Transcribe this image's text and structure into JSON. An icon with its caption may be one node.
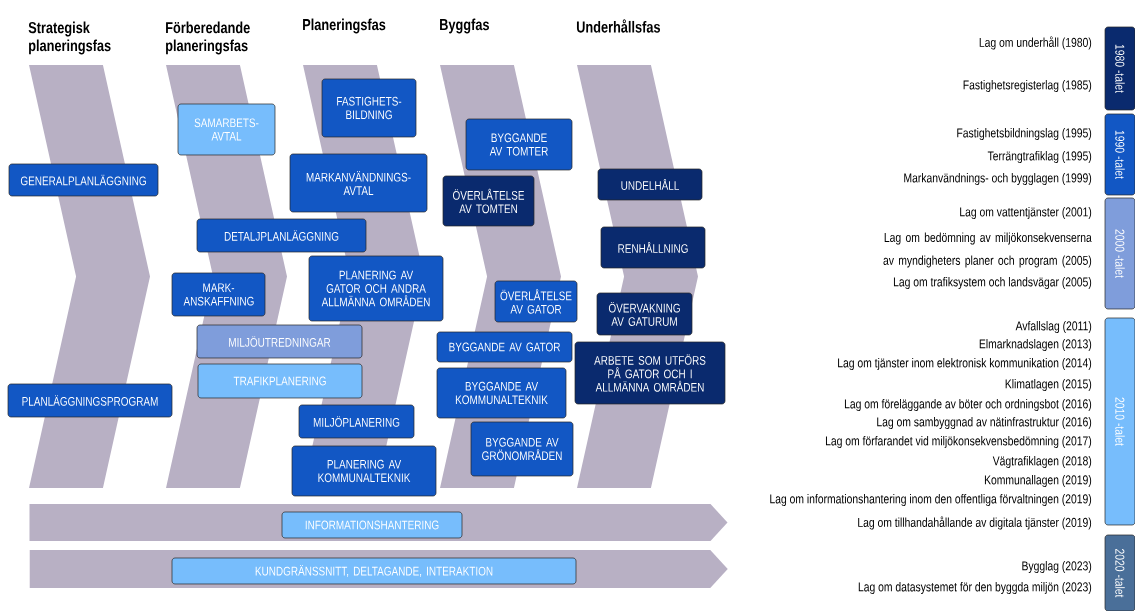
{
  "diagram": {
    "nodes": [
      {
        "text": [
          "Strategisk planeringsfas"
        ]
      },
      {
        "text": [
          "Förberedande planeringsfas"
        ]
      },
      {
        "text": [
          "Planeringsfas"
        ]
      },
      {
        "text": [
          "Byggfas"
        ]
      },
      {
        "text": [
          "Underhållsfas"
        ]
      },
      {
        "text": [
          "GENERALPLANLÄGGNING"
        ]
      },
      {
        "text": [
          "PLANLÄGGNINGSPROGRAM"
        ]
      },
      {
        "text": [
          "SAMARBETS-AVTAL"
        ],
        "in": 1
      },
      {
        "text": [
          "FASTIGHETS-BILDNING"
        ],
        "in": 2
      },
      {
        "text": [
          "MARKANVÄNDNINGS-AVTAL"
        ]
      },
      {
        "text": [
          "DETALJPLANLÄGGNING"
        ]
      },
      {
        "text": [
          "MARK-ANSKAFFNING"
        ],
        "in": 1
      },
      {
        "text": [
          "PLANERING AV GATOR OCH ANDRA ALLMÄNNA OMRÅDEN"
        ]
      },
      {
        "text": [
          "MILJÖUTREDNINGAR"
        ]
      },
      {
        "text": [
          "TRAFIKPLANERING"
        ]
      },
      {
        "text": [
          "MILJÖPLANERING"
        ],
        "in": 2
      },
      {
        "text": [
          "PLANERING AV KOMMUNALTEKNIK"
        ]
      },
      {
        "text": [
          "BYGGANDE AV TOMTER"
        ]
      },
      {
        "text": [
          "ÖVERLÅTELSE AV TOMTEN"
        ],
        "in": 3
      },
      {
        "text": [
          "ÖVERLÅTELSE AV GATOR"
        ]
      },
      {
        "text": [
          "BYGGANDE AV GATOR"
        ]
      },
      {
        "text": [
          "BYGGANDE AV KOMMUNALTEKNIK"
        ],
        "in": 3
      },
      {
        "text": [
          "BYGGANDE AV GRÖNOMRÅDEN"
        ]
      },
      {
        "text": [
          "UNDELHÅLL"
        ],
        "in": 4
      },
      {
        "text": [
          "RENHÅLLNING"
        ],
        "in": 4
      },
      {
        "text": [
          "ÖVERVAKNING AV GATURUM"
        ],
        "in": 4
      },
      {
        "text": [
          "ARBETE SOM UTFÖRS PÅ GATOR OCH I ALLMÄNNA OMRÅDEN"
        ]
      },
      {
        "text": [],
        "shape": "arrow"
      },
      {
        "text": [
          "INFORMATIONSHANTERING"
        ],
        "in": 27
      },
      {
        "text": [],
        "shape": "arrow"
      },
      {
        "text": [
          "KUNDGRÄNSSNITT, DELTAGANDE, INTERAKTION"
        ],
        "in": 29
      },
      {
        "text": [
          "1980 -talet"
        ]
      },
      {
        "text": [
          "1990 -talet"
        ]
      },
      {
        "text": [
          "2000 -talet"
        ]
      },
      {
        "text": [
          "2010 -talet"
        ]
      },
      {
        "text": [
          "2020 -talet"
        ]
      }
    ],
    "labels": [
      "Lag om underhåll (1980)",
      "Fastighetsregisterlag (1985)",
      "Fastighetsbildningslag (1995)",
      "Terrängtrafiklag (1995)",
      "Markanvändnings- och bygglagen (1999)",
      "Lag om vattentjänster (2001)",
      "Lag om bedömning av miljökonsekvenserna av myndigheters planer och program (2005)",
      "Lag om trafiksystem och landsvägar (2005)",
      "Avfallslag (2011)",
      "Elmarknadslagen (2013)",
      "Lag om tjänster inom elektronisk kommunikation (2014)",
      "Klimatlagen (2015)",
      "Lag om föreläggande av böter och ordningsbot (2016)",
      "Lag om sambyggnad av nätinfrastruktur (2016)",
      "Lag om förfarandet vid miljökonsekvensbedömning (2017)",
      "Vägtrafiklagen (2018)",
      "Kommunallagen (2019)",
      "Lag om informationshantering inom den offentliga förvaltningen (2019)",
      "Lag om tillhandahållande av digitala tjänster (2019)",
      "Bygglag (2023)",
      "Lag om datasystemet för den byggda miljön (2023)"
    ]
  }
}
